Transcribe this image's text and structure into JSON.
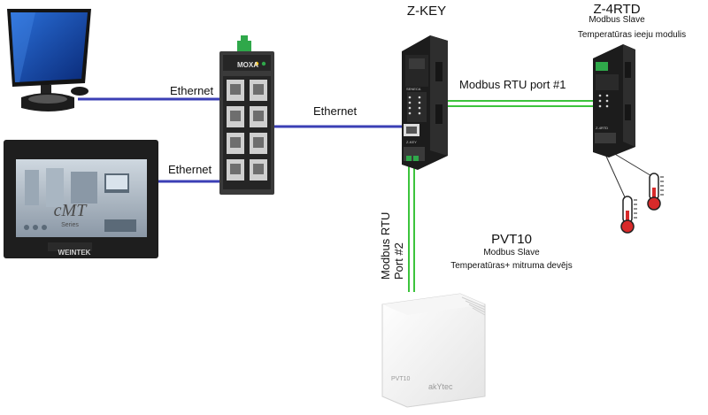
{
  "devices": {
    "zkey": {
      "title": "Z-KEY",
      "brand": "SENECA",
      "small": "Z-KEY"
    },
    "z4rtd": {
      "title": "Z-4RTD",
      "subtitle1": "Modbus Slave",
      "subtitle2": "Temperatūras ieeju modulis",
      "small": "Z-4RTD"
    },
    "pvt10": {
      "title": "PVT10",
      "subtitle1": "Modbus Slave",
      "subtitle2": "Temperatūras+ mitruma  devējs",
      "badge": "PVT10",
      "brand": "akYtec"
    },
    "hmi": {
      "logo": "cMT",
      "series": "Series",
      "brand": "WEINTEK"
    },
    "switch": {
      "brand": "MOXA"
    }
  },
  "links": {
    "pc_switch": "Ethernet",
    "hmi_switch": "Ethernet",
    "switch_zkey": "Ethernet",
    "zkey_z4rtd": "Modbus RTU  port #1",
    "zkey_pvt10_line1": "Modbus RTU",
    "zkey_pvt10_line2": "Port #2"
  },
  "colors": {
    "ethernet": "#3b3fb5",
    "modbus": "#3cc43c",
    "device_dark": "#1f1f1f",
    "accent_green": "#2fa84a"
  }
}
